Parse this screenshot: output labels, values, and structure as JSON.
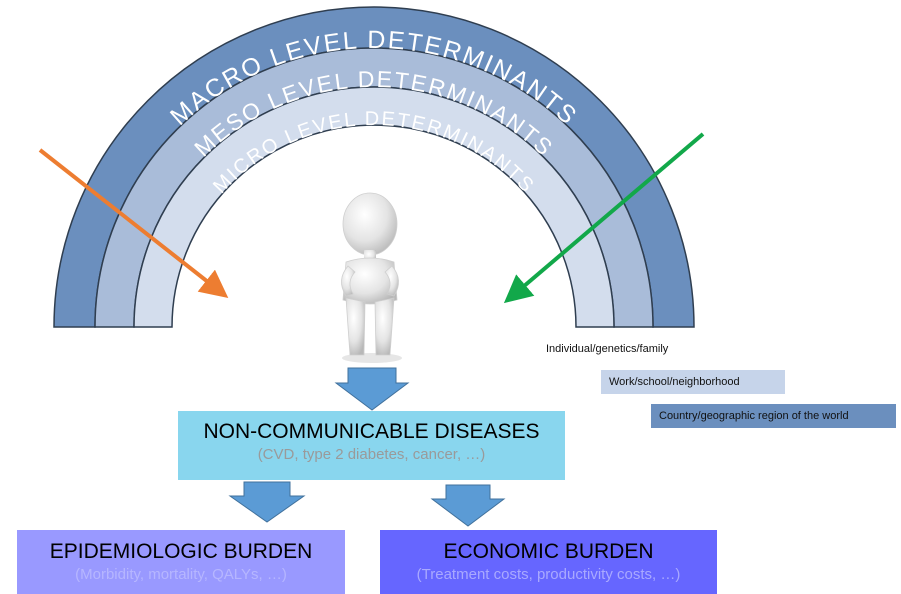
{
  "rings": {
    "macro": {
      "label": "MACRO LEVEL DETERMINANTS",
      "color": "#6b8fbe"
    },
    "meso": {
      "label": "MESO LEVEL DETERMINANTS",
      "color": "#a9bcd9"
    },
    "micro": {
      "label": "MICRO LEVEL DETERMINANTS",
      "color": "#d3dded"
    }
  },
  "arrows": {
    "left_color": "#ed7d31",
    "right_color": "#12a84a",
    "down_color": "#5b9bd5"
  },
  "legend": {
    "individual": "Individual/genetics/family",
    "work": "Work/school/neighborhood",
    "country": "Country/geographic region of the world"
  },
  "ncd": {
    "title": "NON-COMMUNICABLE DISEASES",
    "subtitle": "(CVD, type 2 diabetes, cancer, …)",
    "color": "#89d6ee"
  },
  "epidemiologic": {
    "title": "EPIDEMIOLOGIC BURDEN",
    "subtitle": "(Morbidity, mortality, QALYs, …)",
    "color": "#9999ff"
  },
  "economic": {
    "title": "ECONOMIC BURDEN",
    "subtitle": "(Treatment costs, productivity costs, …)",
    "color": "#6666ff"
  }
}
